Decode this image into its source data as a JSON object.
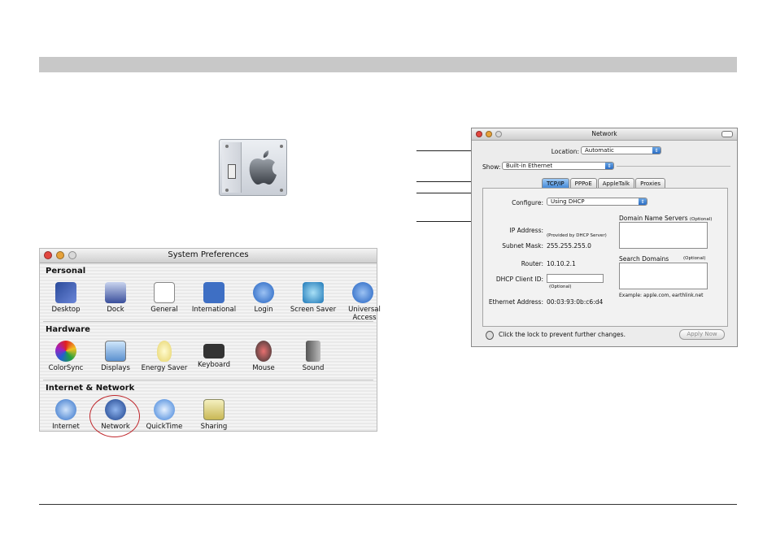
{
  "sys_prefs": {
    "title": "System Preferences",
    "sections": [
      {
        "title": "Personal",
        "items": [
          "Desktop",
          "Dock",
          "General",
          "International",
          "Login",
          "Screen Saver",
          "Universal Access"
        ]
      },
      {
        "title": "Hardware",
        "items": [
          "ColorSync",
          "Displays",
          "Energy Saver",
          "Keyboard",
          "Mouse",
          "Sound"
        ]
      },
      {
        "title": "Internet & Network",
        "items": [
          "Internet",
          "Network",
          "QuickTime",
          "Sharing"
        ]
      }
    ]
  },
  "network": {
    "title": "Network",
    "location_label": "Location:",
    "location_value": "Automatic",
    "show_label": "Show:",
    "show_value": "Built-in Ethernet",
    "tabs": [
      "TCP/IP",
      "PPPoE",
      "AppleTalk",
      "Proxies"
    ],
    "configure_label": "Configure:",
    "configure_value": "Using DHCP",
    "ip_label": "IP Address:",
    "ip_note": "(Provided by DHCP Server)",
    "subnet_label": "Subnet Mask:",
    "subnet_value": "255.255.255.0",
    "router_label": "Router:",
    "router_value": "10.10.2.1",
    "dhcp_label": "DHCP Client ID:",
    "dhcp_note": "(Optional)",
    "ethernet_label": "Ethernet Address:",
    "ethernet_value": "00:03:93:0b:c6:d4",
    "dns_label": "Domain Name Servers",
    "dns_optional": "(Optional)",
    "search_label": "Search Domains",
    "search_optional": "(Optional)",
    "example": "Example: apple.com, earthlink.net",
    "lock_text": "Click the lock to prevent further changes.",
    "apply": "Apply Now"
  },
  "colors": {
    "topbar": "#c8c8c8",
    "highlight_circle": "#c0282d",
    "tab_active": "#3f86d6"
  }
}
